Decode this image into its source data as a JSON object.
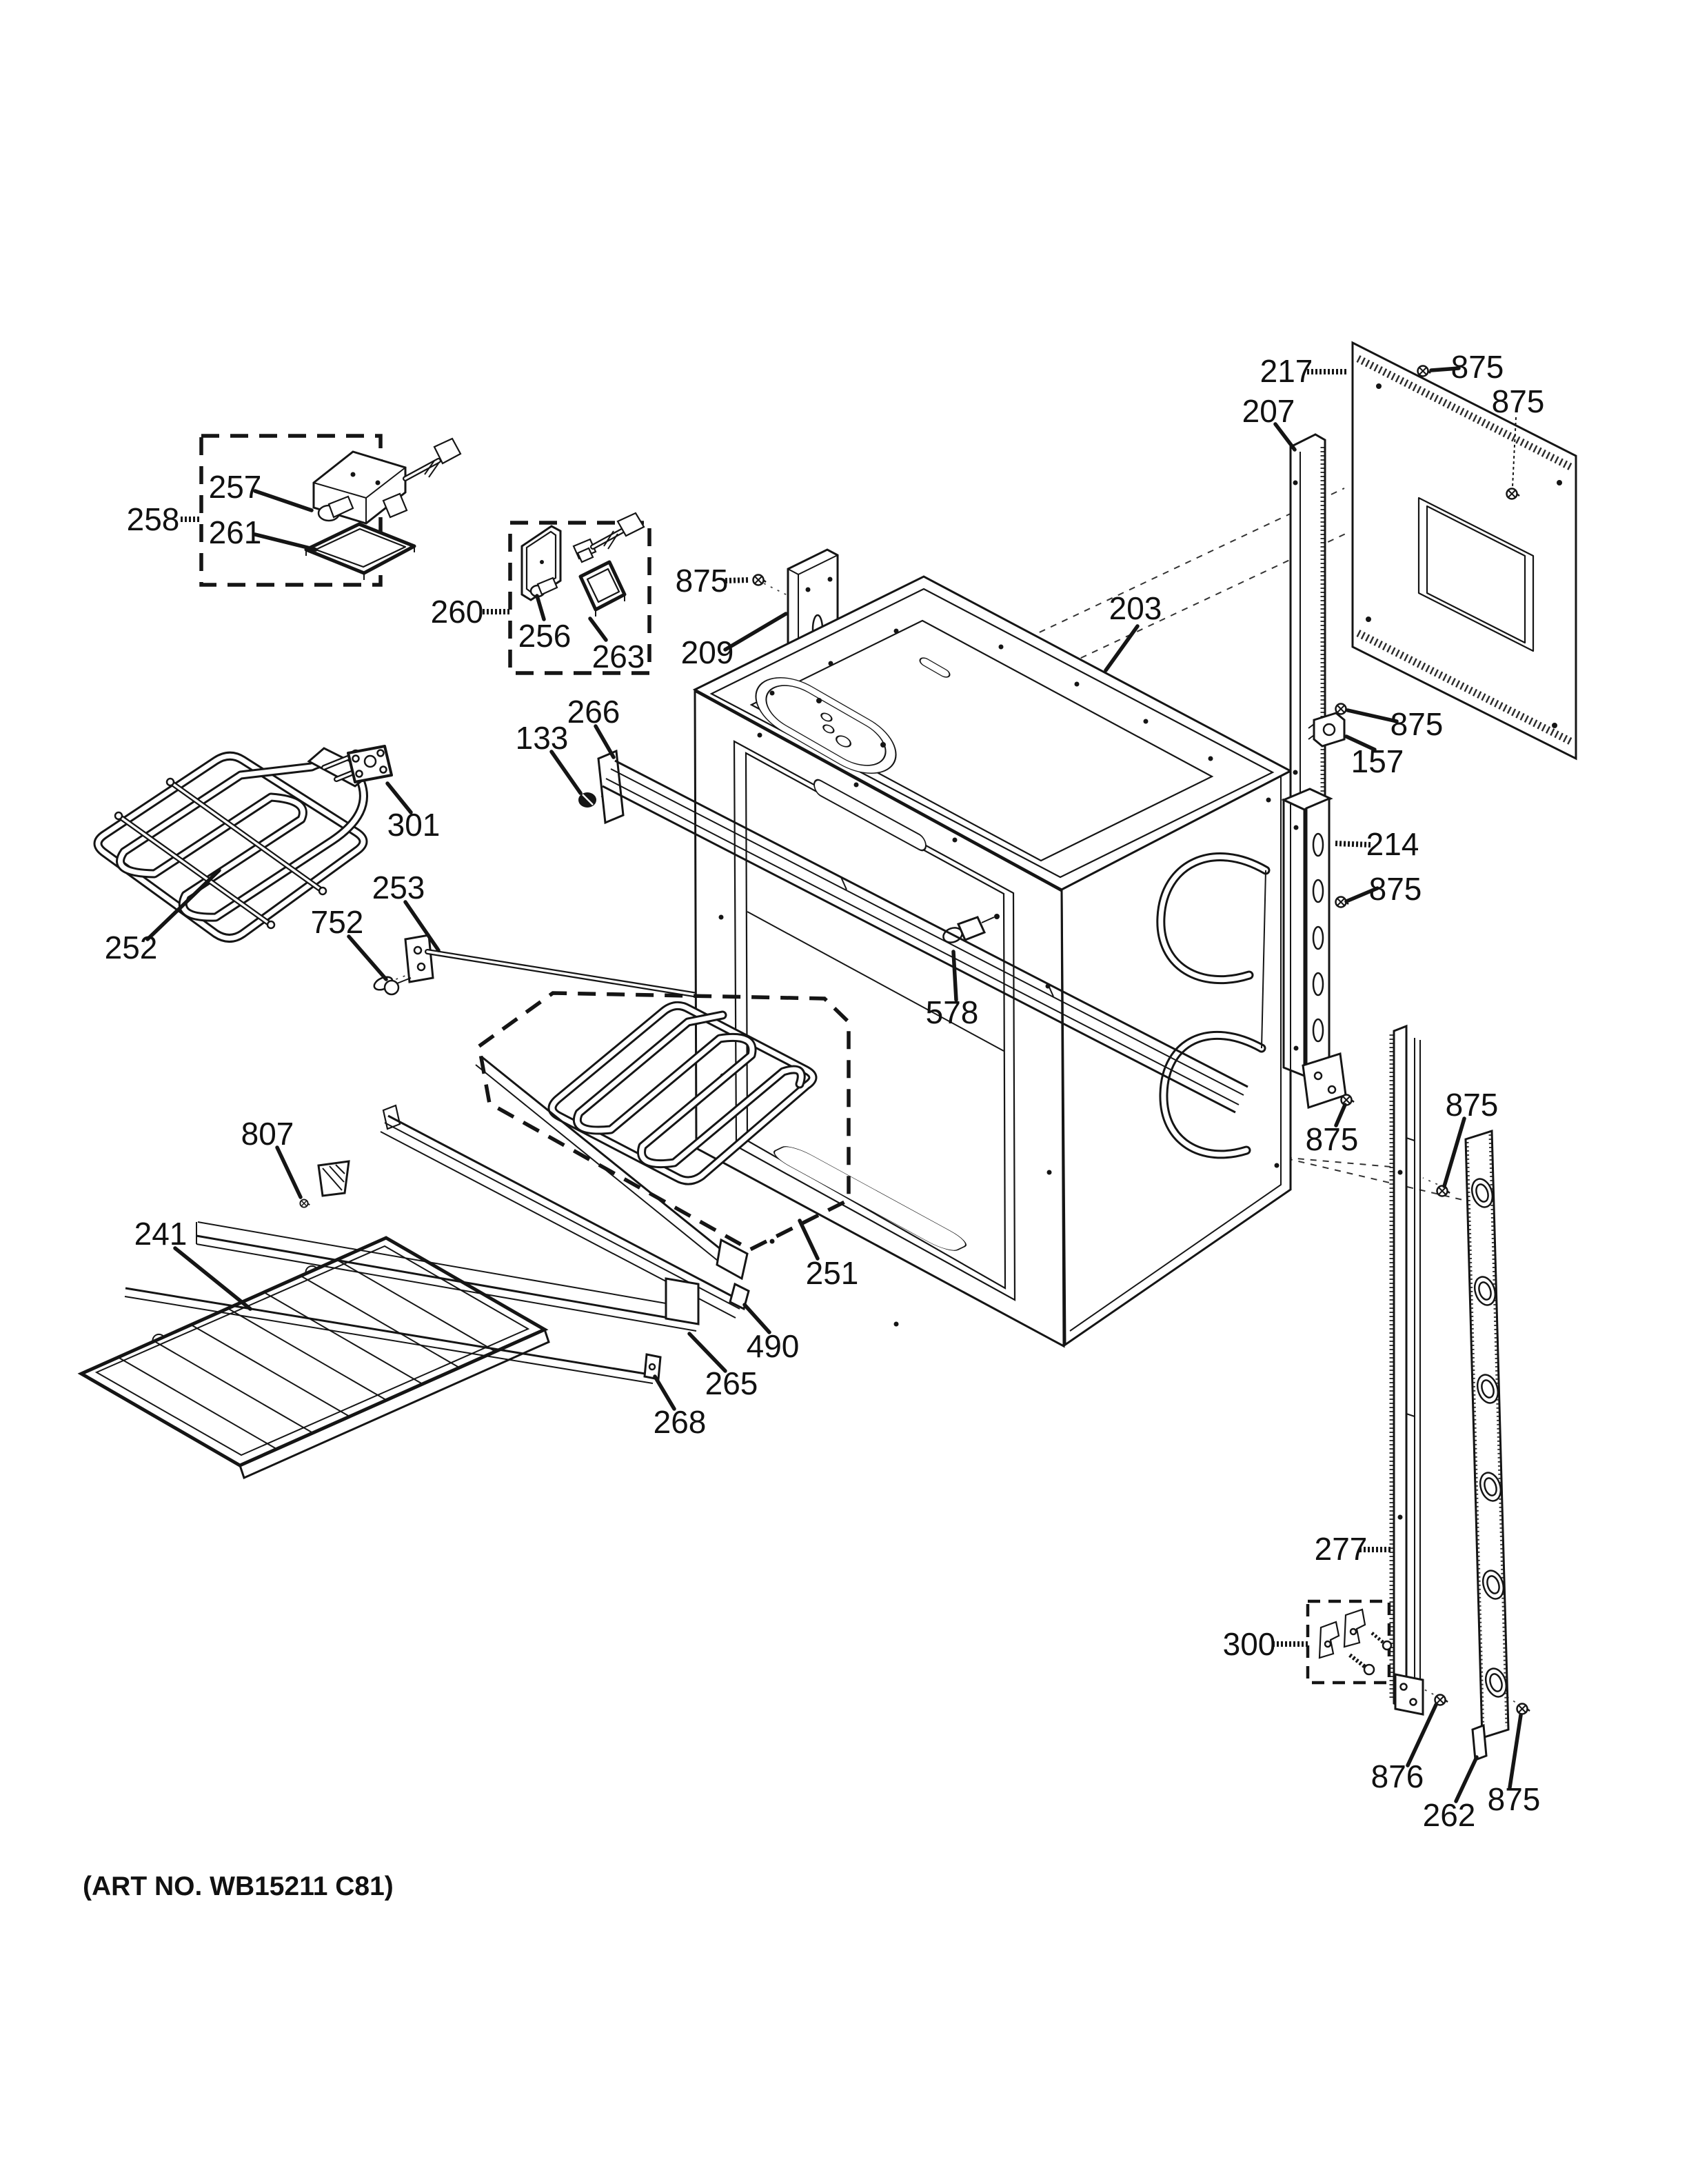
{
  "document": {
    "footer_text": "(ART NO. WB15211 C81)"
  },
  "callouts": [
    {
      "id": "258",
      "text": "258"
    },
    {
      "id": "257",
      "text": "257"
    },
    {
      "id": "261",
      "text": "261"
    },
    {
      "id": "260",
      "text": "260"
    },
    {
      "id": "256",
      "text": "256"
    },
    {
      "id": "263",
      "text": "263"
    },
    {
      "id": "266",
      "text": "266"
    },
    {
      "id": "133",
      "text": "133"
    },
    {
      "id": "301",
      "text": "301"
    },
    {
      "id": "252",
      "text": "252"
    },
    {
      "id": "253",
      "text": "253"
    },
    {
      "id": "752",
      "text": "752"
    },
    {
      "id": "203",
      "text": "203"
    },
    {
      "id": "875-1",
      "text": "875"
    },
    {
      "id": "209",
      "text": "209"
    },
    {
      "id": "217",
      "text": "217"
    },
    {
      "id": "207",
      "text": "207"
    },
    {
      "id": "875-2",
      "text": "875"
    },
    {
      "id": "875-3",
      "text": "875"
    },
    {
      "id": "875-4",
      "text": "875"
    },
    {
      "id": "157",
      "text": "157"
    },
    {
      "id": "214",
      "text": "214"
    },
    {
      "id": "875-5",
      "text": "875"
    },
    {
      "id": "875-6",
      "text": "875"
    },
    {
      "id": "875-7",
      "text": "875"
    },
    {
      "id": "807",
      "text": "807"
    },
    {
      "id": "241",
      "text": "241"
    },
    {
      "id": "251",
      "text": "251"
    },
    {
      "id": "490",
      "text": "490"
    },
    {
      "id": "265",
      "text": "265"
    },
    {
      "id": "268",
      "text": "268"
    },
    {
      "id": "277",
      "text": "277"
    },
    {
      "id": "300",
      "text": "300"
    },
    {
      "id": "876",
      "text": "876"
    },
    {
      "id": "262",
      "text": "262"
    },
    {
      "id": "875-8",
      "text": "875"
    },
    {
      "id": "578",
      "text": "578"
    }
  ]
}
